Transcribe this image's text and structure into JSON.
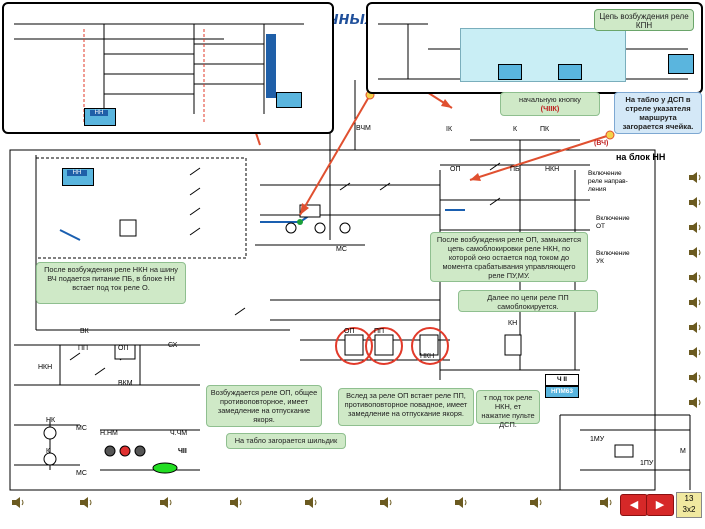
{
  "slide": {
    "title_fragment": "очных",
    "page_number": "13",
    "page_sub": "3x2"
  },
  "top_right_box": {
    "text": "Цепь возбуждения реле КПН"
  },
  "blue_callout": {
    "text": "На табло у ДСП в стреле указателя маршрута загорается ячейка."
  },
  "pressed_button_text": {
    "line1": "начальную кнопку",
    "line2": "(ЧIIК)"
  },
  "na_blok_label": "на блок НН",
  "vch_label": "(ВЧ)",
  "right_labels": [
    {
      "text": "Включение реле направ-ления"
    },
    {
      "text": "Включение ОТ"
    },
    {
      "text": "Включение УК"
    }
  ],
  "callouts": {
    "op_excited": "После возбуждения реле ОП, замыкается цепь самоблокировки реле НКН, по которой оно остается под током до момента срабатывания управляющего реле ПУ,МУ.",
    "pp_self": "Далее по цепи реле ПП самоблокируется.",
    "nkn_vch": "После возбуждения реле НКН на шину ВЧ подается питание ПБ, в блоке НН встает под ток реле О.",
    "op_excite_left": "Возбуждается реле ОП, общее противоповторное, имеет замедление на отпускание якоря.",
    "pp_after_op": "Вслед за реле ОП встает реле ПП, противоповторное повадное, имеет замедление на отпускание якоря.",
    "under_current": "т под ток реле НКН, ет нажатие пульте ДСП.",
    "shildik": "На табло загорается шильдик"
  },
  "labels": {
    "nn_block": "НН",
    "nm_block": "НПМ63",
    "ch2": "Ч II",
    "mu1": "1МУ",
    "pu1": "1ПУ",
    "m": "М",
    "nkn": "НКН",
    "pp": "ПП",
    "op": "ОП",
    "kn": "КН",
    "ms": "МС",
    "sx": "СХ",
    "nk": "НК",
    "ik": "IК",
    "pk": "ПК",
    "k": "К",
    "pb": "ПБ",
    "chii": "ЧII",
    "vchm": "ВЧМ",
    "vk": "ВК",
    "vkm": "ВКМ",
    "nnm": "Н.НМ",
    "chm": "Ч.ЧМ"
  },
  "nav": {
    "back_label": "◀",
    "next_label": "▶"
  },
  "colors": {
    "green_callout": "#cfe9c7",
    "blue_callout": "#d4e8f7",
    "relay_blue": "#5ab5de",
    "wire": "#000000",
    "highlight_red": "#e23a2a",
    "arrow_red": "#e05030",
    "nav_red": "#d62828",
    "nav_green": "#2f7f2f"
  }
}
